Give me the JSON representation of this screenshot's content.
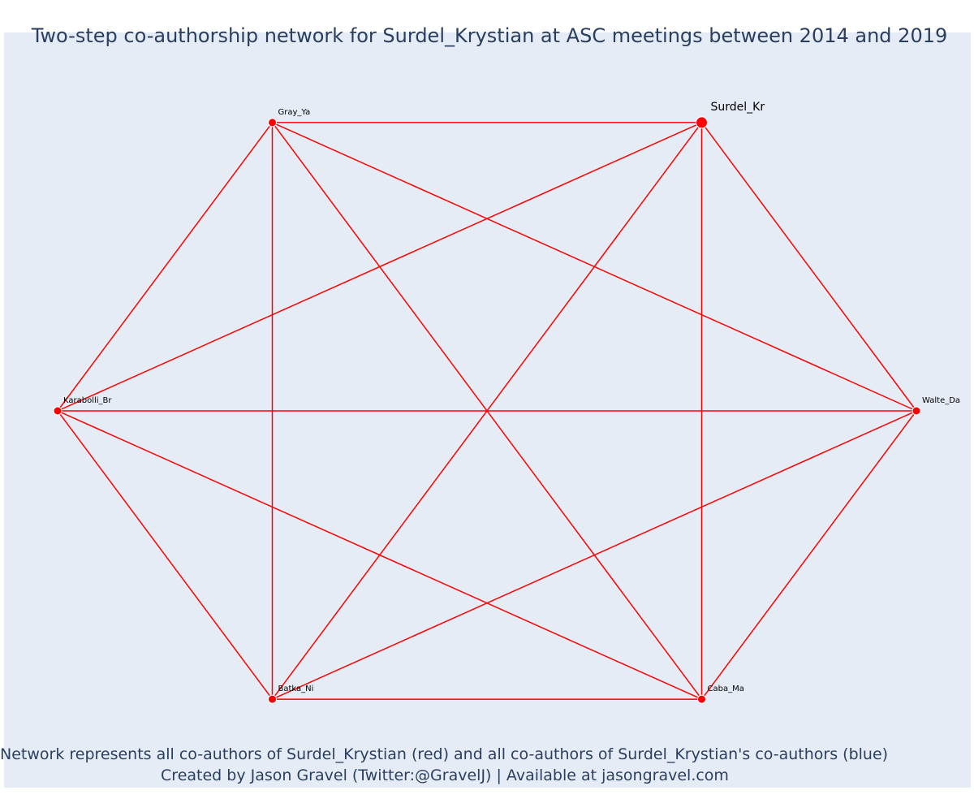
{
  "title": "Two-step co-authorship network for Surdel_Krystian at ASC meetings between 2014 and 2019",
  "captions": {
    "line1": "Network represents all co-authors of Surdel_Krystian (red) and all co-authors of Surdel_Krystian's co-authors (blue)",
    "line2": "Created by Jason Gravel (Twitter:@GravelJ) | Available at jasongravel.com"
  },
  "colors": {
    "background": "#e5ecf6",
    "edge": "#ff0000",
    "node": "#ff0000",
    "title_text": "#2a3f5f"
  },
  "network": {
    "focal_node": "Surdel_Kr",
    "nodes": [
      {
        "id": "Surdel_Kr",
        "label": "Surdel_Kr",
        "focal": true
      },
      {
        "id": "Gray_Ya",
        "label": "Gray_Ya",
        "focal": false
      },
      {
        "id": "Karabolli_Br",
        "label": "Karabolli_Br",
        "focal": false
      },
      {
        "id": "Batka_Ni",
        "label": "Batka_Ni",
        "focal": false
      },
      {
        "id": "Caba_Ma",
        "label": "Caba_Ma",
        "focal": false
      },
      {
        "id": "Walte_Da",
        "label": "Walte_Da",
        "focal": false
      }
    ],
    "edges": [
      [
        "Surdel_Kr",
        "Gray_Ya"
      ],
      [
        "Surdel_Kr",
        "Karabolli_Br"
      ],
      [
        "Surdel_Kr",
        "Batka_Ni"
      ],
      [
        "Surdel_Kr",
        "Caba_Ma"
      ],
      [
        "Surdel_Kr",
        "Walte_Da"
      ],
      [
        "Gray_Ya",
        "Karabolli_Br"
      ],
      [
        "Gray_Ya",
        "Batka_Ni"
      ],
      [
        "Gray_Ya",
        "Caba_Ma"
      ],
      [
        "Gray_Ya",
        "Walte_Da"
      ],
      [
        "Karabolli_Br",
        "Batka_Ni"
      ],
      [
        "Karabolli_Br",
        "Caba_Ma"
      ],
      [
        "Karabolli_Br",
        "Walte_Da"
      ],
      [
        "Batka_Ni",
        "Caba_Ma"
      ],
      [
        "Batka_Ni",
        "Walte_Da"
      ],
      [
        "Caba_Ma",
        "Walte_Da"
      ]
    ]
  }
}
